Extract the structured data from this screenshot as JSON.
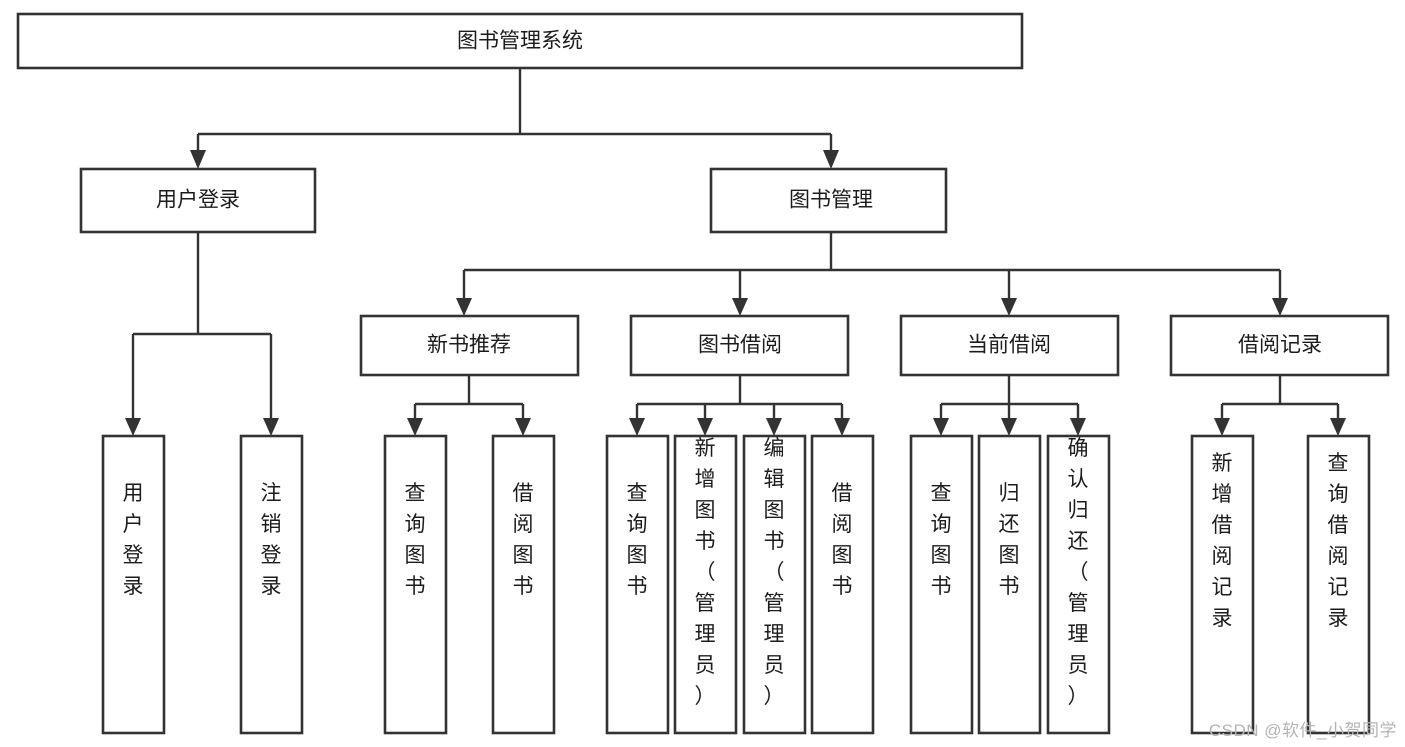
{
  "diagram": {
    "title": "图书管理系统",
    "type": "tree-hierarchy-chart",
    "watermark": "CSDN @软件_小贺同学",
    "root": {
      "label": "图书管理系统",
      "orientation": "horizontal"
    },
    "level2": [
      {
        "label": "用户登录",
        "orientation": "horizontal"
      },
      {
        "label": "图书管理",
        "orientation": "horizontal"
      }
    ],
    "level3": [
      {
        "label": "新书推荐",
        "orientation": "horizontal"
      },
      {
        "label": "图书借阅",
        "orientation": "horizontal"
      },
      {
        "label": "当前借阅",
        "orientation": "horizontal"
      },
      {
        "label": "借阅记录",
        "orientation": "horizontal"
      }
    ],
    "leaves": {
      "user_login": [
        {
          "label": "用户登录",
          "orientation": "vertical"
        },
        {
          "label": "注销登录",
          "orientation": "vertical"
        }
      ],
      "new_book_recommend": [
        {
          "label": "查询图书",
          "orientation": "vertical"
        },
        {
          "label": "借阅图书",
          "orientation": "vertical"
        }
      ],
      "book_borrow": [
        {
          "label": "查询图书",
          "orientation": "vertical"
        },
        {
          "label": "新增图书（管理员）",
          "orientation": "vertical"
        },
        {
          "label": "编辑图书（管理员）",
          "orientation": "vertical"
        },
        {
          "label": "借阅图书",
          "orientation": "vertical"
        }
      ],
      "current_borrow": [
        {
          "label": "查询图书",
          "orientation": "vertical"
        },
        {
          "label": "归还图书",
          "orientation": "vertical"
        },
        {
          "label": "确认归还（管理员）",
          "orientation": "vertical"
        }
      ],
      "borrow_record": [
        {
          "label": "新增借阅记录",
          "orientation": "vertical"
        },
        {
          "label": "查询借阅记录",
          "orientation": "vertical"
        }
      ]
    },
    "colors": {
      "background": "#ffffff",
      "box_border": "#333333",
      "box_fill": "#ffffff",
      "text": "#1c1c1c",
      "connector": "#333333",
      "watermark": "#b4b4b4"
    }
  }
}
